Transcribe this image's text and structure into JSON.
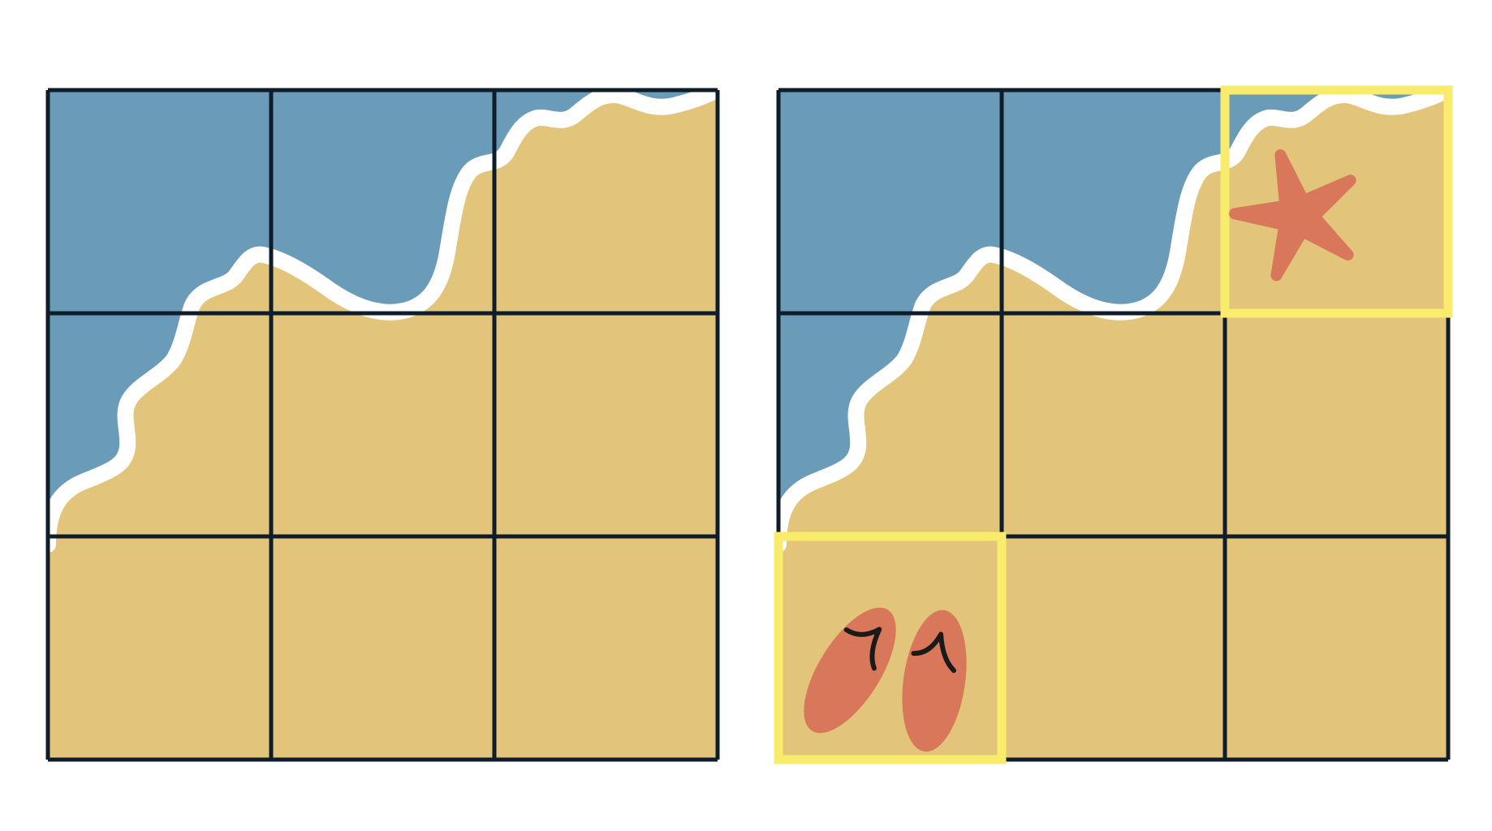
{
  "colors": {
    "water": "#6a9cba",
    "foam": "#ffffff",
    "sand": "#e2c57a",
    "grid_line": "#0f1c2a",
    "highlight": "#f9eb6b",
    "item": "#d9775a",
    "item_detail": "#1a1a1a"
  },
  "grids": [
    {
      "id": "left",
      "rows": 3,
      "cols": 3,
      "highlighted_cells": []
    },
    {
      "id": "right",
      "rows": 3,
      "cols": 3,
      "highlighted_cells": [
        {
          "row": 0,
          "col": 2,
          "item": "starfish-icon"
        },
        {
          "row": 2,
          "col": 0,
          "item": "flip-flops-icon"
        }
      ]
    }
  ]
}
